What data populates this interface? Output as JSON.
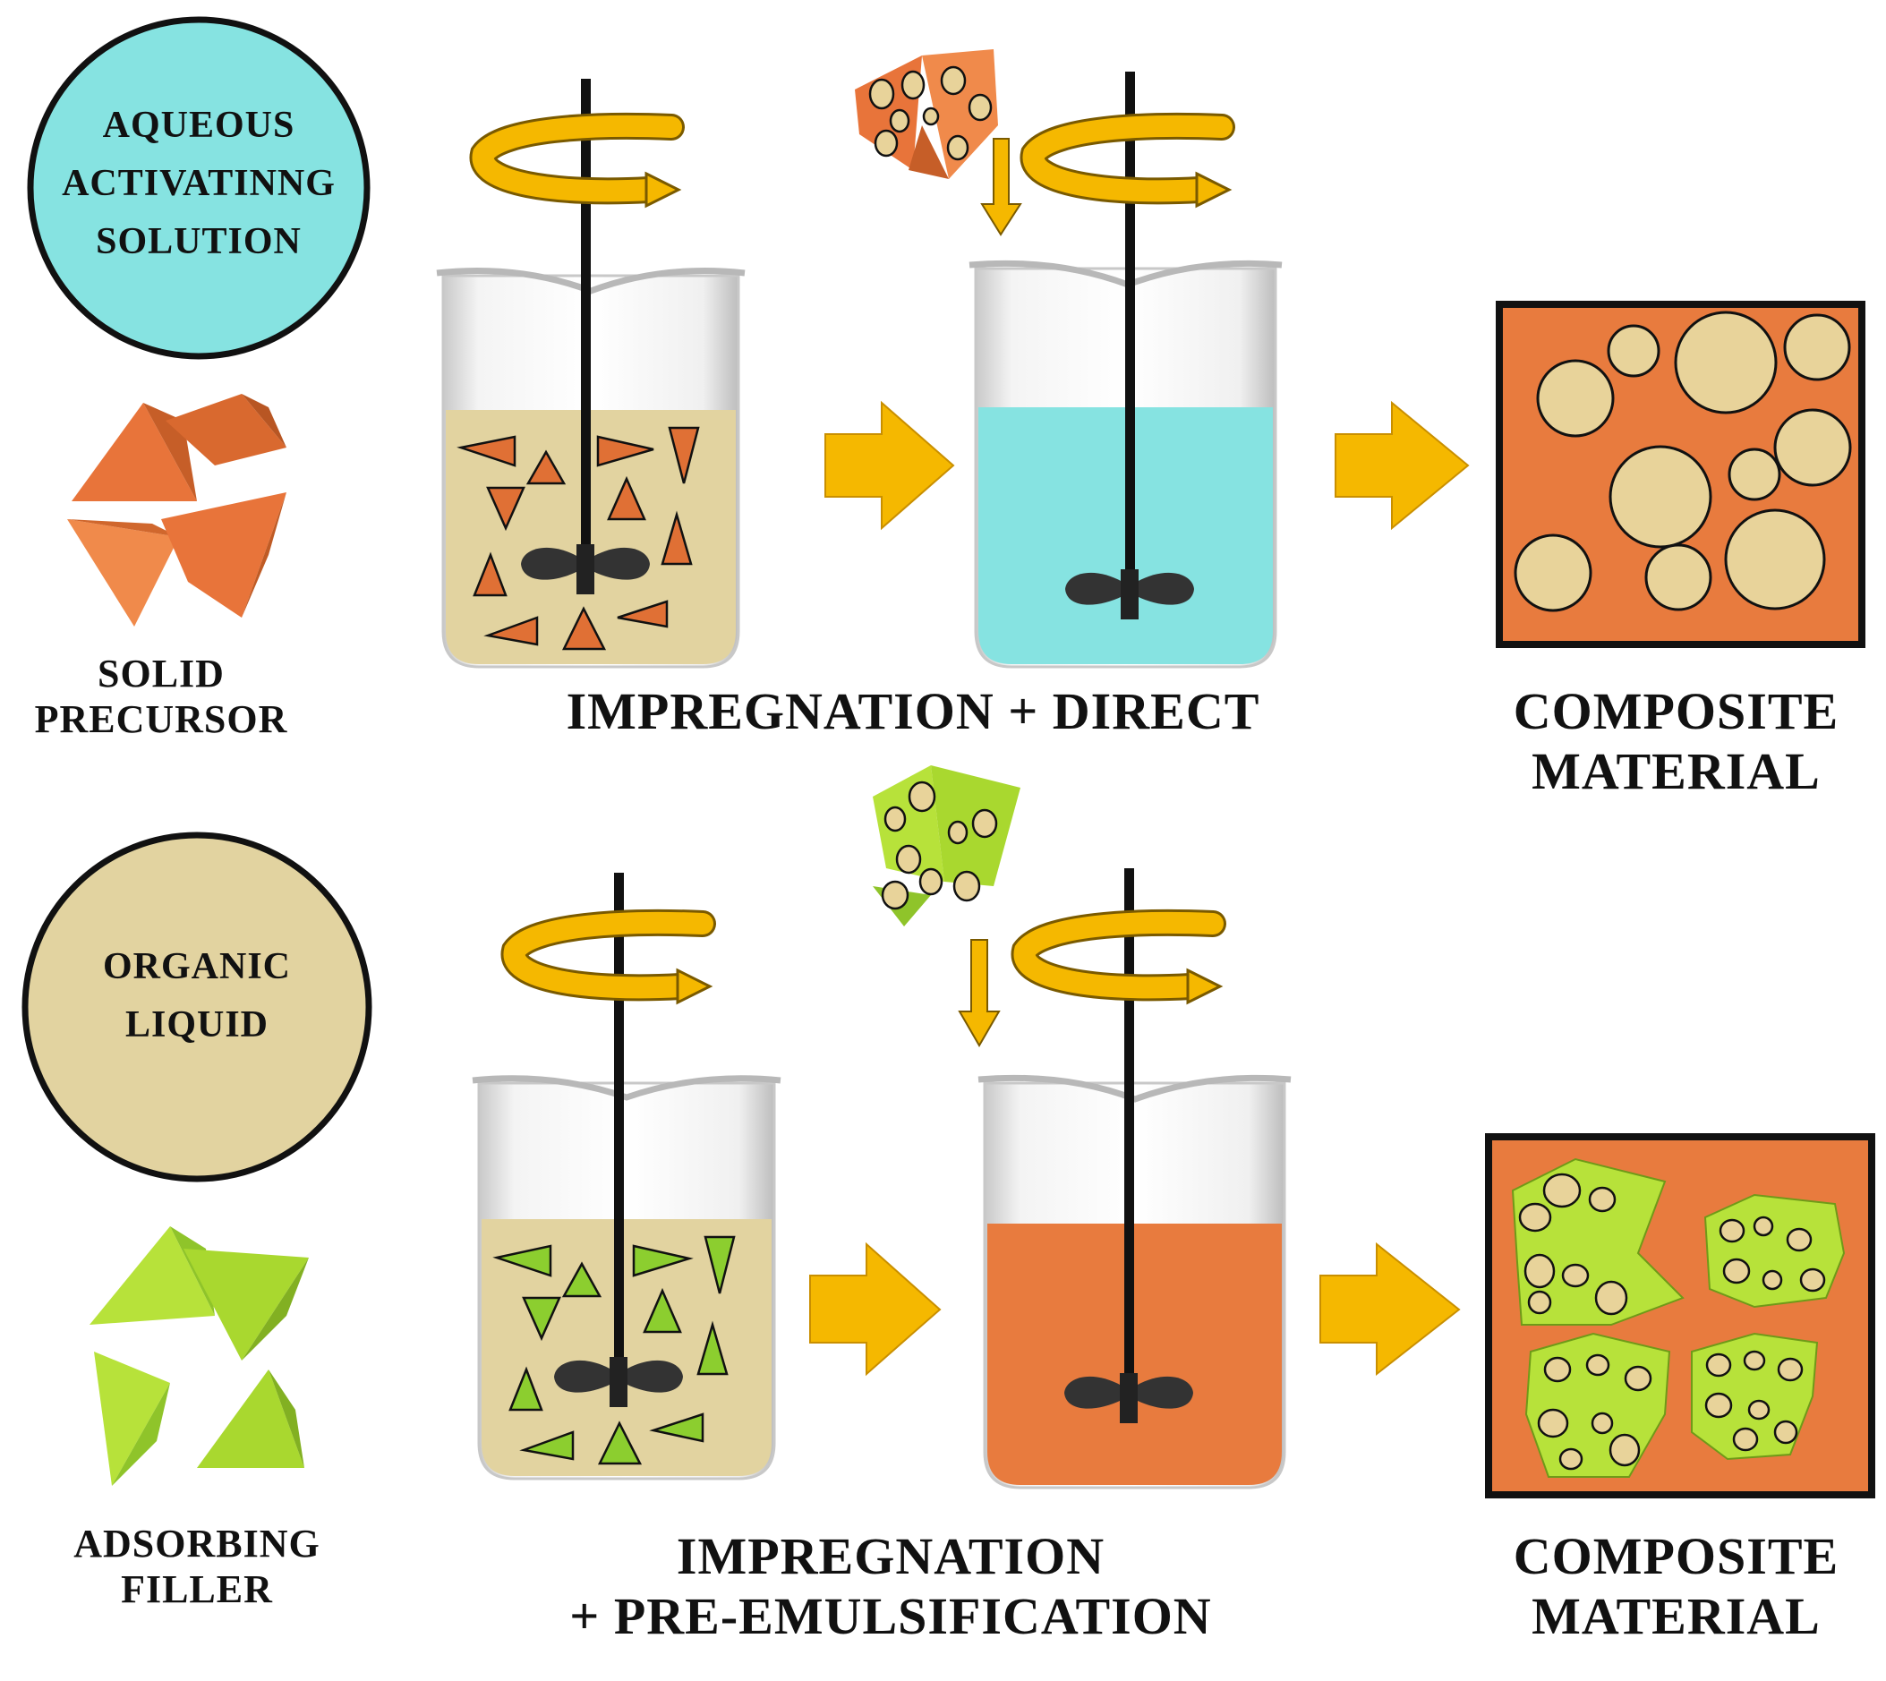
{
  "colors": {
    "aqueous": "#86e3e1",
    "organic": "#e2d3a0",
    "precursor": "#e87b3e",
    "filler": "#a8e02f",
    "arrow": "#f5b800",
    "composite": "#e87b3e",
    "pore": "#e8d39a",
    "outline": "#111111"
  },
  "top_row": {
    "reagent_circle": {
      "lines": [
        "AQUEOUS",
        "ACTIVATINNG",
        "SOLUTION"
      ]
    },
    "solid_label": {
      "lines": [
        "SOLID",
        "PRECURSOR"
      ]
    },
    "process_label": {
      "lines": [
        "IMPREGNATION + DIRECT"
      ]
    },
    "product_label": {
      "lines": [
        "COMPOSITE",
        "MATERIAL"
      ]
    }
  },
  "bottom_row": {
    "reagent_circle": {
      "lines": [
        "ORGANIC",
        "LIQUID"
      ]
    },
    "solid_label": {
      "lines": [
        "ADSORBING",
        "FILLER"
      ]
    },
    "process_label": {
      "lines": [
        "IMPREGNATION",
        "+ PRE-EMULSIFICATION"
      ]
    },
    "product_label": {
      "lines": [
        "COMPOSITE",
        "MATERIAL"
      ]
    }
  }
}
